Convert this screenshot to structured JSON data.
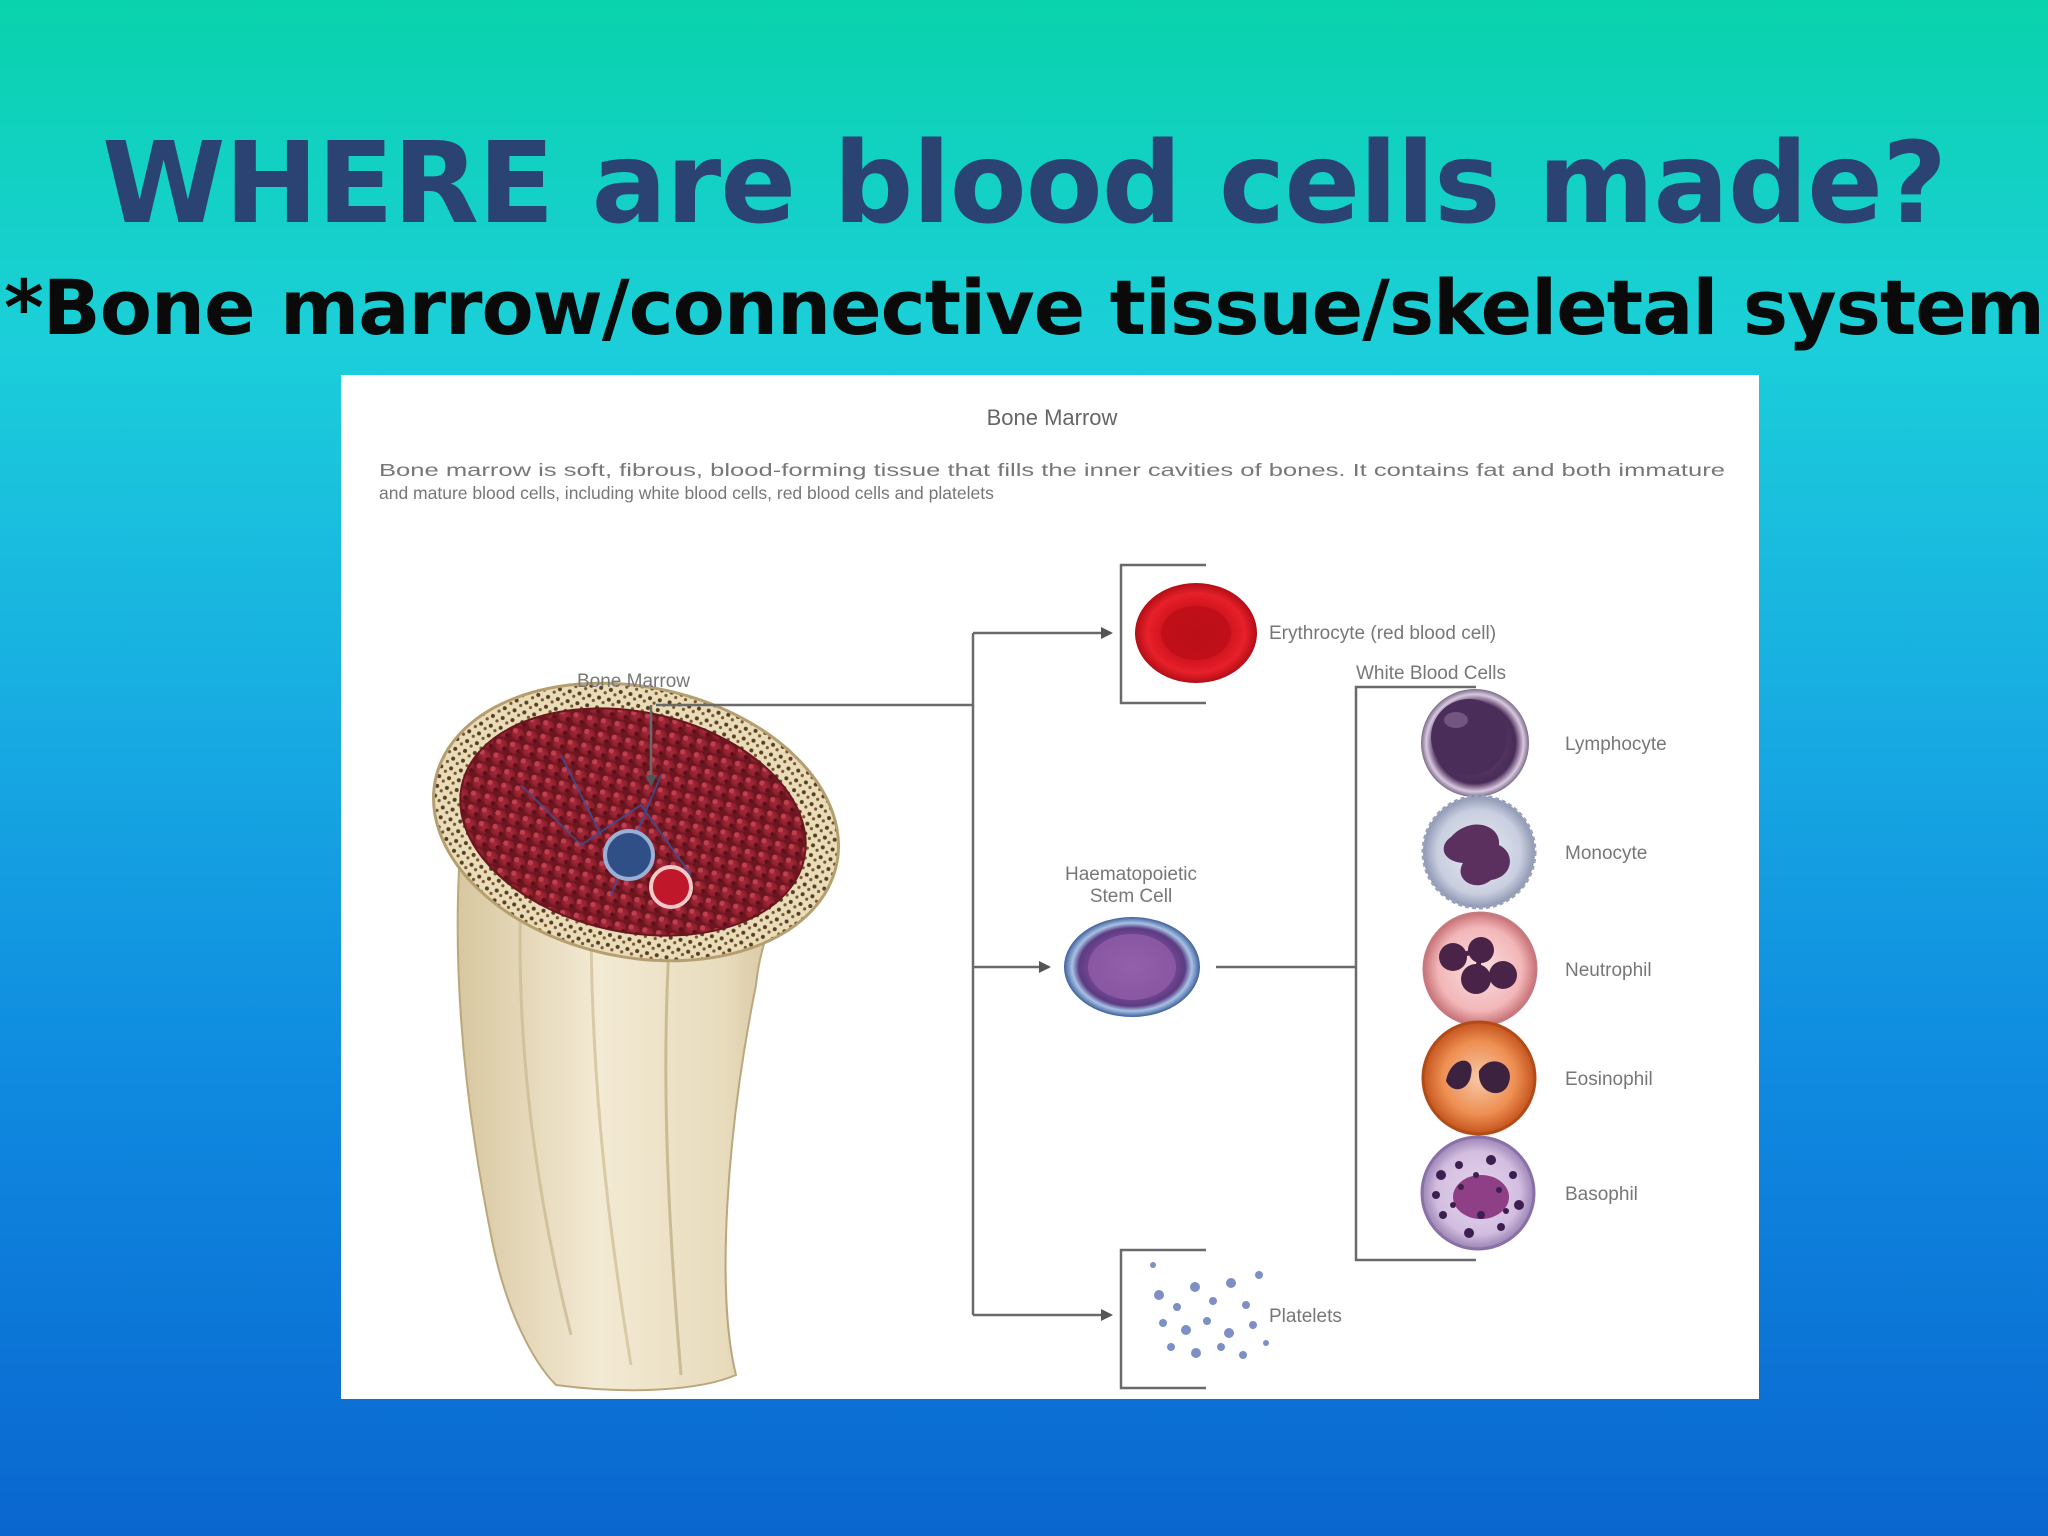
{
  "slide": {
    "title": "WHERE are blood cells made?",
    "subtitle": "*Bone marrow/connective tissue/skeletal system"
  },
  "diagram": {
    "heading": "Bone Marrow",
    "description_line1": "Bone marrow is soft, fibrous, blood-forming tissue that fills the inner cavities of bones. It contains fat and both immature",
    "description_line2": "and mature blood cells, including white blood cells, red blood cells and platelets",
    "bone_marrow_label": "Bone Marrow",
    "stem_cell_label_line1": "Haematopoietic",
    "stem_cell_label_line2": "Stem Cell",
    "erythrocyte_label": "Erythrocyte (red blood cell)",
    "white_cells_heading": "White Blood Cells",
    "white_cells": [
      "Lymphocyte",
      "Monocyte",
      "Neutrophil",
      "Eosinophil",
      "Basophil"
    ],
    "platelets_label": "Platelets"
  },
  "colors": {
    "title": "#2a4373",
    "subtitle": "#0a0a0a",
    "gradient_top": "#09d3ac",
    "gradient_bottom": "#0a66cf",
    "erythrocyte": "#d0121b",
    "marrow": "#8a1f2c",
    "bone": "#e8dcc0",
    "line": "#6a6a6a"
  }
}
